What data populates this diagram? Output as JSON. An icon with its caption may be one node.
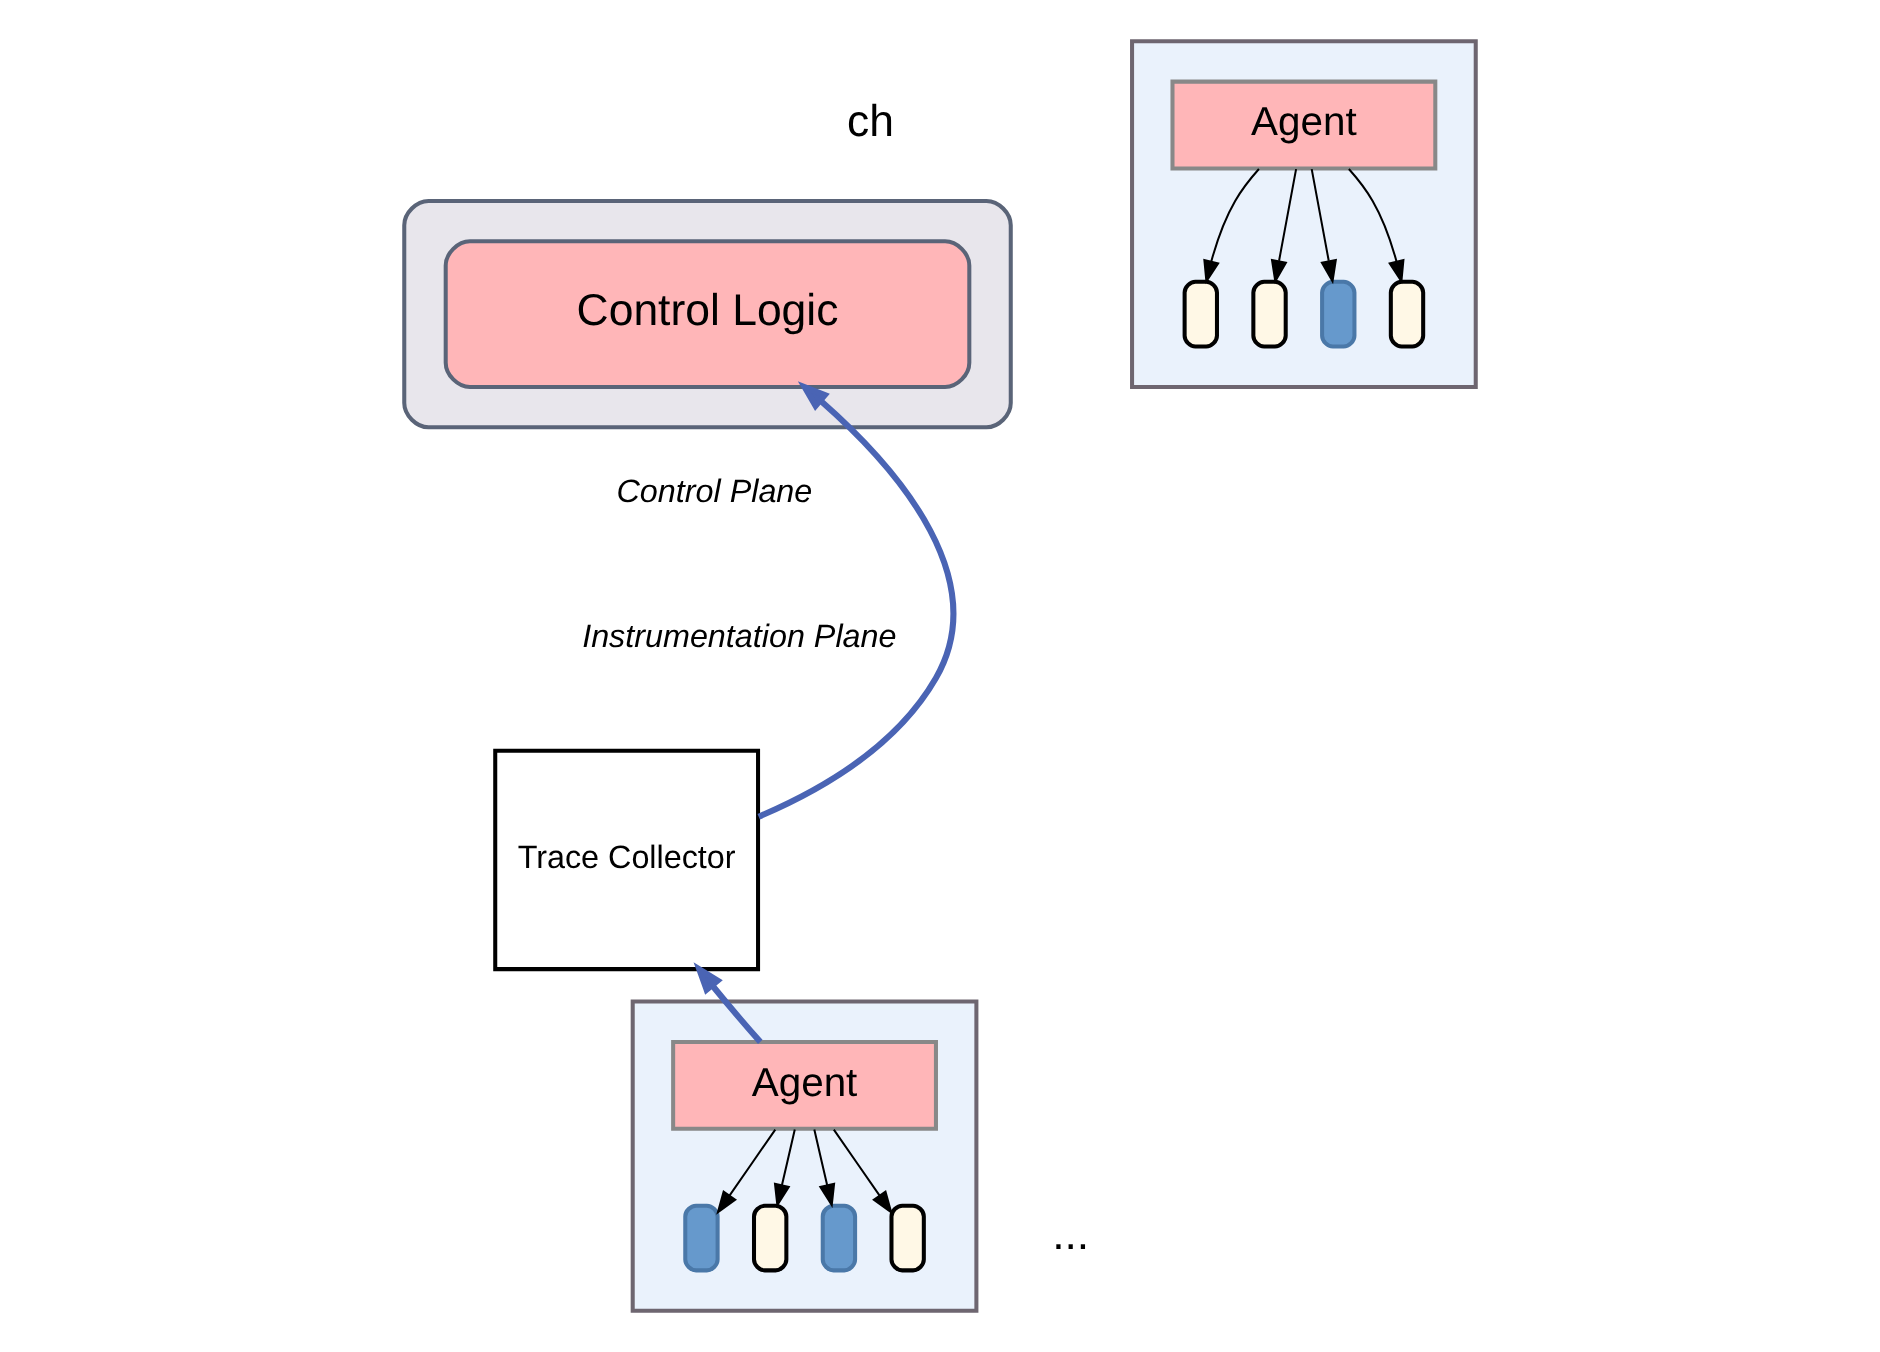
{
  "diagram": {
    "nodes": [
      {
        "text": [],
        "shape": "box"
      },
      {
        "text": [
          "Control Logic"
        ],
        "in": 0
      },
      {
        "text": [
          "Trace Collector"
        ]
      },
      {
        "text": [],
        "shape": "box"
      },
      {
        "text": [
          "Agent"
        ],
        "in": 3
      },
      {
        "text": [],
        "shape": "bar",
        "in": 3
      },
      {
        "text": [],
        "shape": "bar",
        "in": 3
      },
      {
        "text": [],
        "shape": "bar",
        "in": 3
      },
      {
        "text": [],
        "shape": "bar",
        "in": 3
      },
      {
        "text": [],
        "shape": "box"
      },
      {
        "text": [
          "Agent"
        ],
        "in": 9
      },
      {
        "text": [],
        "shape": "bar",
        "in": 9
      },
      {
        "text": [],
        "shape": "bar",
        "in": 9
      },
      {
        "text": [],
        "shape": "bar",
        "in": 9
      },
      {
        "text": [],
        "shape": "bar",
        "in": 9
      }
    ],
    "edges": [
      {
        "from": 4,
        "to": 2,
        "arrow": "to",
        "style": "thick",
        "color": "#4a64b4"
      },
      {
        "from": 2,
        "to": 1,
        "arrow": "to",
        "style": "thick",
        "color": "#4a64b4"
      },
      {
        "from": 4,
        "to": 5,
        "arrow": "to"
      },
      {
        "from": 4,
        "to": 6,
        "arrow": "to"
      },
      {
        "from": 4,
        "to": 7,
        "arrow": "to"
      },
      {
        "from": 4,
        "to": 8,
        "arrow": "to"
      },
      {
        "from": 10,
        "to": 11,
        "arrow": "to"
      },
      {
        "from": 10,
        "to": 12,
        "arrow": "to"
      },
      {
        "from": 10,
        "to": 13,
        "arrow": "to"
      },
      {
        "from": 10,
        "to": 14,
        "arrow": "to"
      }
    ],
    "labels": [
      "ch",
      "Control Plane",
      "Instrumentation Plane",
      "..."
    ]
  }
}
